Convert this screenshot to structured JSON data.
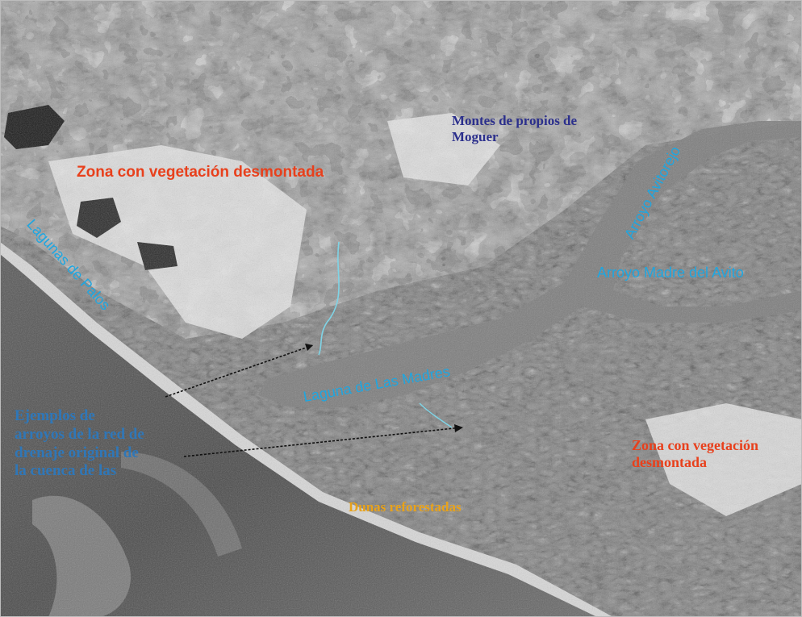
{
  "labels": {
    "montes": "Montes de propios de\nMoguer",
    "zona_norte": "Zona con vegetación desmontada",
    "lagunas_palos": "Lagunas de Palos",
    "arroyo_avitorejo": "Arroyo Avitorejo",
    "arroyo_madre": "Arroyo Madre del Avito",
    "laguna_madres": "Laguna de Las Madres",
    "ejemplos": "Ejemplos de\narroyos de la red de\ndrenaje original de\nla cuenca de las",
    "zona_sur": "Zona con vegetación\ndesmontada",
    "dunas": "Dunas reforestadas"
  },
  "colors": {
    "red_label": "#e8401c",
    "blue_label": "#1fa6e0",
    "navy_label": "#2b2f8c",
    "steel_label": "#2f77b8",
    "orange_label": "#e8a21a"
  }
}
